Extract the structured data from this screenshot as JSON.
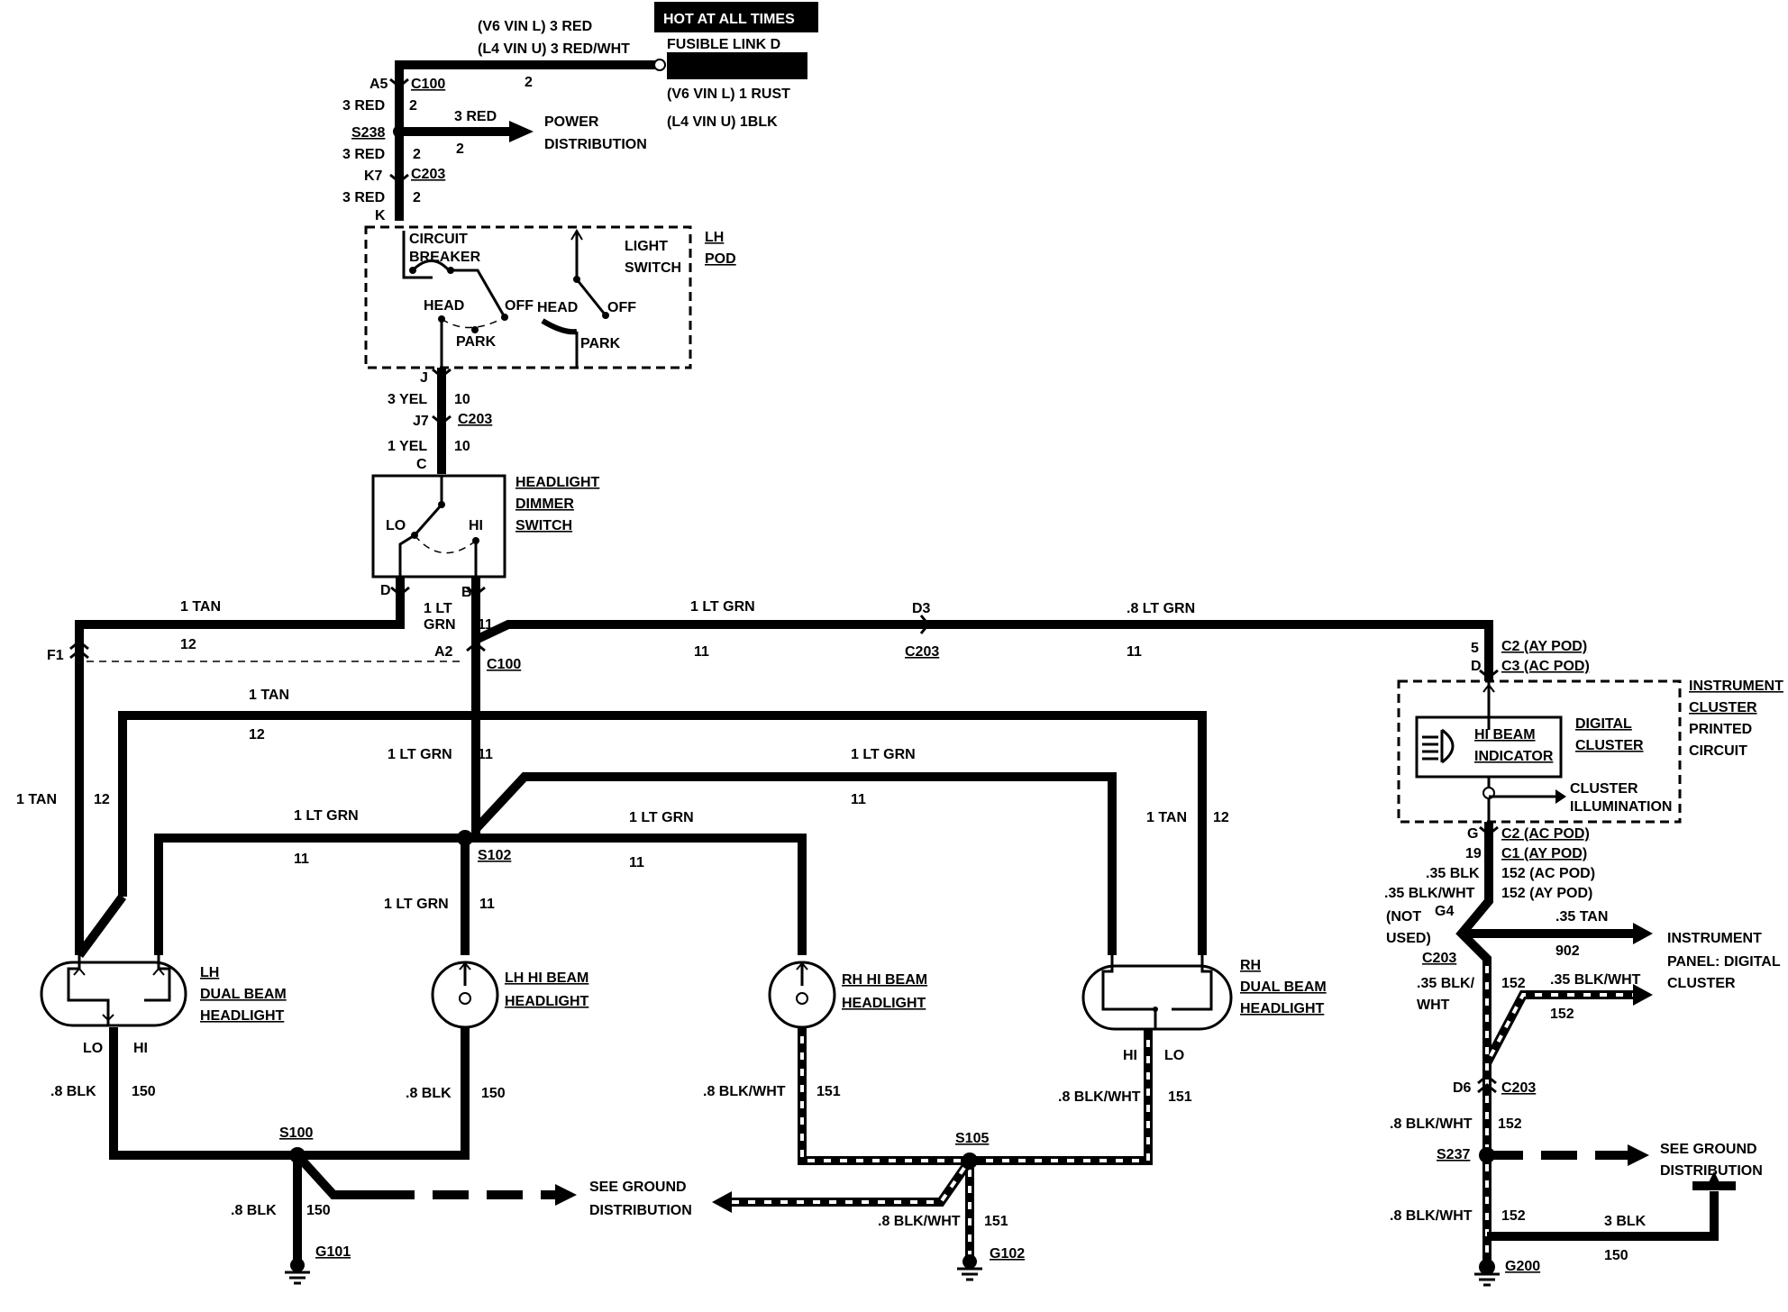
{
  "labels": {
    "hot_at_all_times": "HOT AT ALL TIMES",
    "fusible_link": "FUSIBLE LINK D",
    "v6_3red": "(V6 VIN L) 3 RED",
    "l4_3redwht": "(L4 VIN U) 3 RED/WHT",
    "v6_1rust": "(V6 VIN L) 1 RUST",
    "l4_1blk": "(L4 VIN U) 1BLK",
    "num_2": "2",
    "a5": "A5",
    "c100": "C100",
    "red3": "3 RED",
    "s238": "S238",
    "power": "POWER",
    "distribution": "DISTRIBUTION",
    "k7": "K7",
    "c203": "C203",
    "k": "K",
    "circuit": "CIRCUIT",
    "breaker": "BREAKER",
    "head": "HEAD",
    "off": "OFF",
    "park": "PARK",
    "light": "LIGHT",
    "switch": "SWITCH",
    "lh": "LH",
    "pod": "POD",
    "j": "J",
    "yel3": "3 YEL",
    "num_10": "10",
    "j7": "J7",
    "yel1": "1 YEL",
    "c": "C",
    "headlight": "HEADLIGHT",
    "dimmer": "DIMMER",
    "lo": "LO",
    "hi": "HI",
    "d": "D",
    "b": "B",
    "tan1": "1 TAN",
    "num_12": "12",
    "lt1": "1 LT",
    "grn": "GRN",
    "num_11": "11",
    "f1": "F1",
    "a2": "A2",
    "ltgrn1": "1 LT GRN",
    "d3": "D3",
    "ltgrn8": ".8 LT GRN",
    "num_5": "5",
    "c2_ay": "C2 (AY POD)",
    "c3_ac": "C3 (AC POD)",
    "instrument": "INSTRUMENT",
    "cluster": "CLUSTER",
    "printed": "PRINTED",
    "circuit2": "CIRCUIT",
    "hi_beam": "HI BEAM",
    "indicator": "INDICATOR",
    "digital": "DIGITAL",
    "cluster_cap": "CLUSTER",
    "cluster_illum1": "CLUSTER",
    "cluster_illum2": "ILLUMINATION",
    "s102": "S102",
    "lh_dual_beam": "DUAL BEAM",
    "lh_hi_beam": "LH HI BEAM",
    "rh_hi_beam": "RH HI BEAM",
    "rh": "RH",
    "blk8": ".8 BLK",
    "num_150": "150",
    "blkwht8": ".8 BLK/WHT",
    "num_151": "151",
    "s100": "S100",
    "s105": "S105",
    "see_ground": "SEE GROUND",
    "g101": "G101",
    "g102": "G102",
    "g": "G",
    "c2_ac": "C2 (AC POD)",
    "num_19": "19",
    "c1_ay": "C1 (AY POD)",
    "blk35": ".35 BLK",
    "p152_ac": "152 (AC POD)",
    "blkwht35": ".35 BLK/WHT",
    "p152_ay": "152 (AY POD)",
    "not": "(NOT",
    "used": "USED)",
    "g4": "G4",
    "tan35": ".35 TAN",
    "num_902": "902",
    "panel_digital": "PANEL:  DIGITAL",
    "blk35s": ".35 BLK/",
    "wht": "WHT",
    "num_152": "152",
    "d6": "D6",
    "s237": "S237",
    "blk3": "3 BLK",
    "g200": "G200"
  }
}
